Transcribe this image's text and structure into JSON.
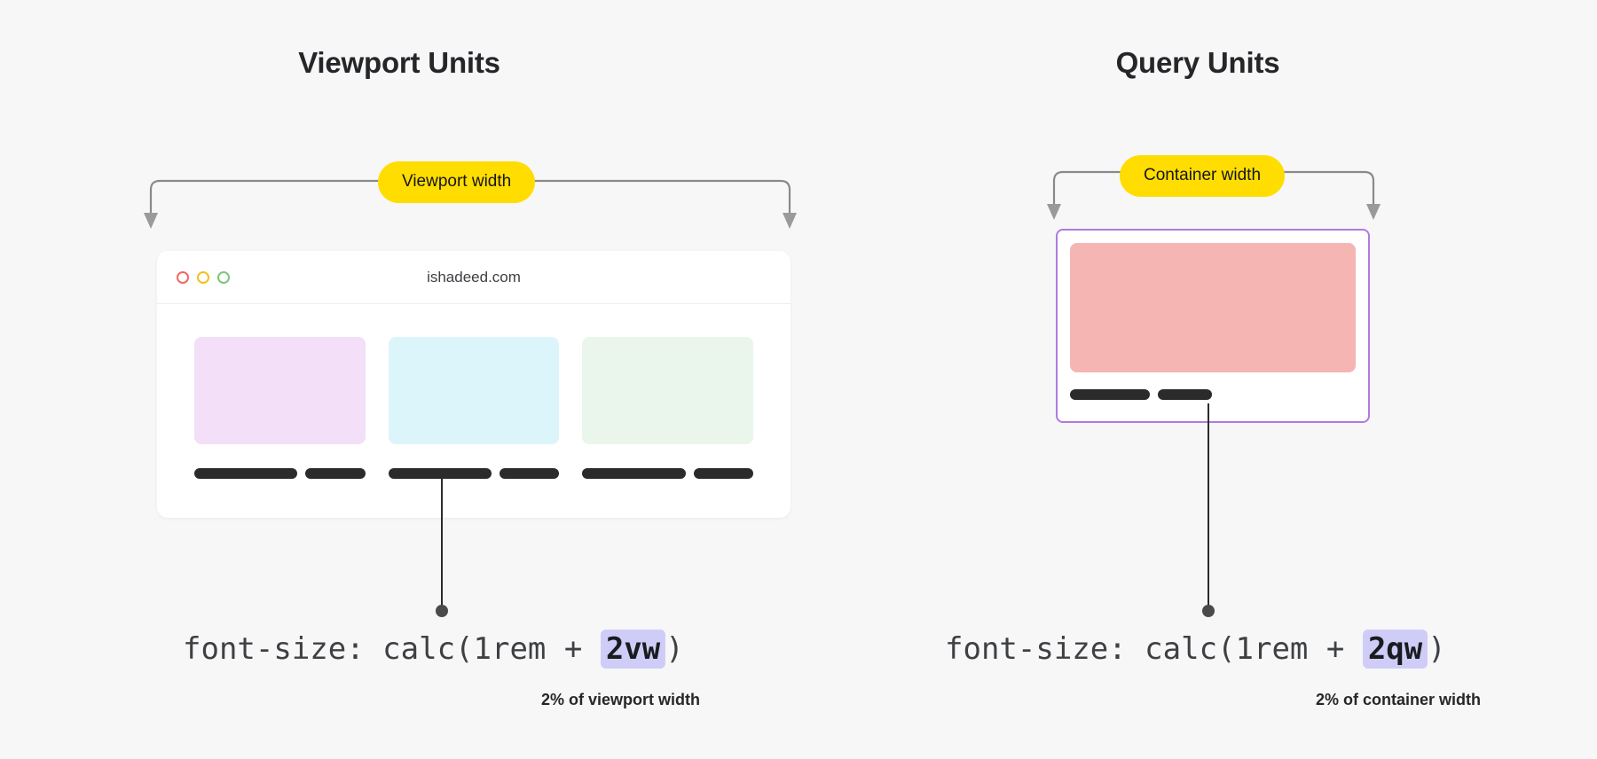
{
  "left": {
    "title": "Viewport Units",
    "pill_label": "Viewport width",
    "browser": {
      "url": "ishadeed.com",
      "dots": [
        "close-dot",
        "minimize-dot",
        "maximize-dot"
      ],
      "cards": [
        {
          "name": "card-purple",
          "color": "#f3dff8"
        },
        {
          "name": "card-cyan",
          "color": "#dcf5fb"
        },
        {
          "name": "card-green",
          "color": "#eaf6ec"
        }
      ]
    },
    "code": {
      "prefix": "font-size: calc(1rem + ",
      "unit": "2vw",
      "suffix": ")"
    },
    "caption": "2% of viewport width"
  },
  "right": {
    "title": "Query Units",
    "pill_label": "Container width",
    "container": {
      "card_color": "#f5b5b2",
      "border_color": "#b07ae0"
    },
    "code": {
      "prefix": "font-size: calc(1rem + ",
      "unit": "2qw",
      "suffix": ")"
    },
    "caption": "2% of container width"
  },
  "colors": {
    "background": "#f7f7f7",
    "pill_yellow": "#ffdd00",
    "highlight_lavender": "#cfcdf7",
    "bar_dark": "#2b2b2b",
    "arrow_gray": "#8a8a8a"
  }
}
